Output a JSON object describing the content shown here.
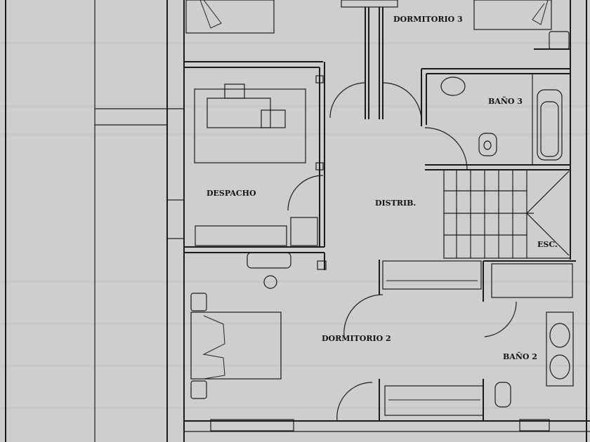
{
  "plan": {
    "rooms": {
      "dormitorio3": "DORMITORIO 3",
      "bano3": "BAÑO 3",
      "despacho": "DESPACHO",
      "distrib": "DISTRIB.",
      "esc": "ESC.",
      "dormitorio2": "DORMITORIO 2",
      "bano2": "BAÑO 2"
    }
  }
}
